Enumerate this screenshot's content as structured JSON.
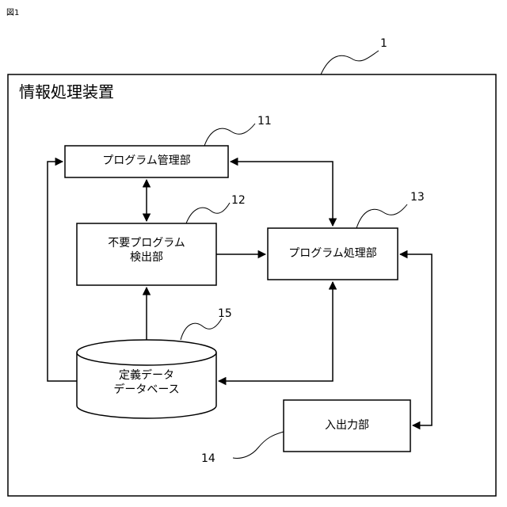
{
  "figure_label": "図1",
  "device": {
    "title": "情報処理装置",
    "ref": "1"
  },
  "blocks": {
    "program_manager": {
      "label": "プログラム管理部",
      "ref": "11"
    },
    "unneeded_detector": {
      "line1": "不要プログラム",
      "line2": "検出部",
      "ref": "12"
    },
    "program_processor": {
      "label": "プログラム処理部",
      "ref": "13"
    },
    "io_unit": {
      "label": "入出力部",
      "ref": "14"
    },
    "definition_db": {
      "line1": "定義データ",
      "line2": "データベース",
      "ref": "15"
    }
  }
}
